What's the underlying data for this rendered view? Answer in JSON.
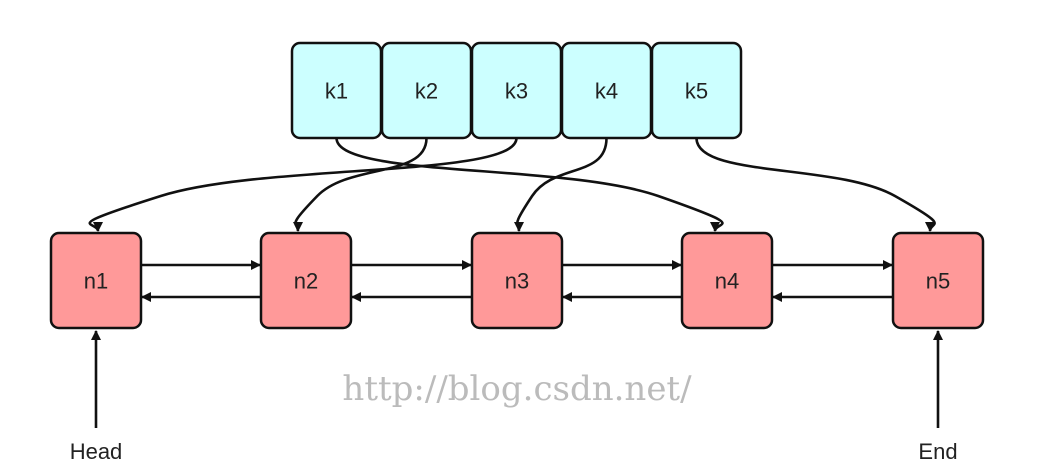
{
  "keys": [
    "k1",
    "k2",
    "k3",
    "k4",
    "k5"
  ],
  "nodes": [
    "n1",
    "n2",
    "n3",
    "n4",
    "n5"
  ],
  "key_to_node": [
    {
      "key": "k1",
      "node": "n4"
    },
    {
      "key": "k2",
      "node": "n2"
    },
    {
      "key": "k3",
      "node": "n1"
    },
    {
      "key": "k4",
      "node": "n3"
    },
    {
      "key": "k5",
      "node": "n5"
    }
  ],
  "head_label": "Head",
  "end_label": "End",
  "watermark": "http://blog.csdn.net/",
  "colors": {
    "key_fill": "#ccffff",
    "node_fill": "#ff9999",
    "stroke": "#111111"
  }
}
